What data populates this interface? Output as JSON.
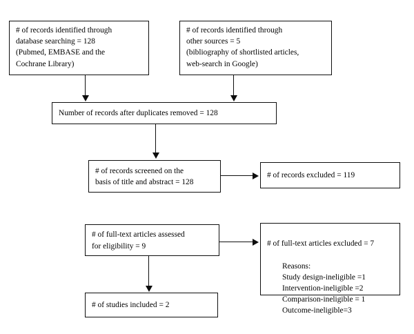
{
  "diagram": {
    "title": "PRISMA study selection flow diagram",
    "type": "flowchart",
    "boxes": {
      "identified_database": {
        "text": "# of records identified through\ndatabase searching = 128\n(Pubmed, EMBASE and the\nCochrane Library)",
        "count": 128
      },
      "identified_other": {
        "text": "# of records identified through\nother sources = 5\n(bibliography of shortlisted articles,\nweb-search in Google)",
        "count": 5
      },
      "after_duplicates": {
        "text": "Number of records after duplicates removed = 128",
        "count": 128
      },
      "screened": {
        "text": "# of records screened on the\nbasis of title and abstract = 128",
        "count": 128
      },
      "records_excluded": {
        "text": "# of records excluded = 119",
        "count": 119
      },
      "fulltext_assessed": {
        "text": "# of full-text articles assessed\nfor eligibility = 9",
        "count": 9
      },
      "fulltext_excluded": {
        "heading": "# of full-text articles excluded = 7",
        "reasons": "Reasons:\nStudy design-ineligible =1\nIntervention-ineligible =2\nComparison-ineligible = 1\nOutcome-ineligible=3",
        "count": 7
      },
      "studies_included": {
        "text": "# of studies included = 2",
        "count": 2
      }
    },
    "connectors": {
      "db_to_duplicates": "arrow-down",
      "other_to_duplicates": "arrow-down",
      "duplicates_to_screened": "arrow-down",
      "screened_to_excluded": "arrow-right",
      "assessed_to_excluded": "arrow-right",
      "assessed_to_included": "arrow-down"
    },
    "colors": {
      "border": "#0d0d0d",
      "text": "#000000",
      "background": "#ffffff"
    }
  }
}
